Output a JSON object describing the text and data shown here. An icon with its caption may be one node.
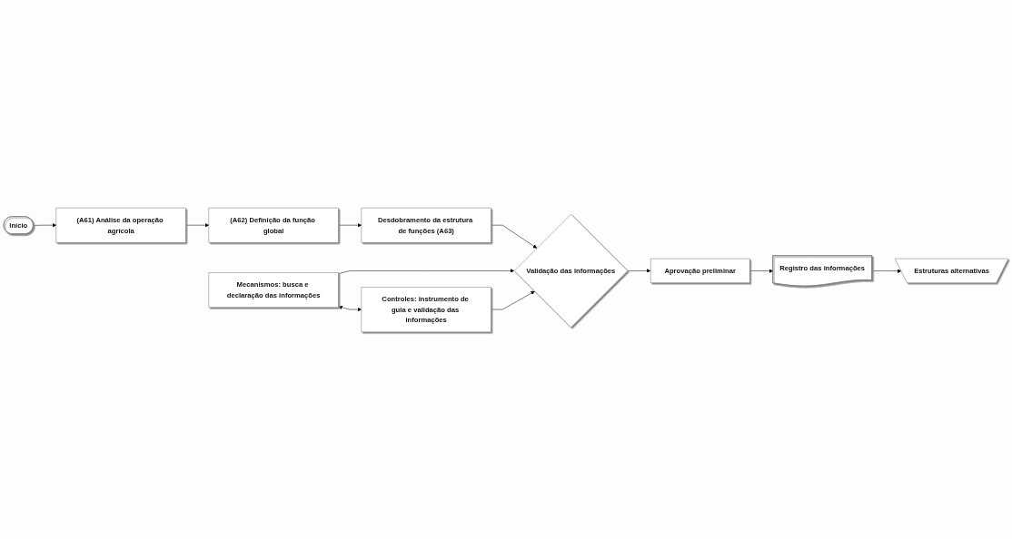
{
  "diagram": {
    "nodes": [
      {
        "text": [
          "Início"
        ]
      },
      {
        "text": [
          "Mecanismos: busca e declaração das informações"
        ]
      },
      {
        "text": [
          "(A61) Análise da operação agrícola"
        ]
      },
      {
        "text": [
          "(A62) Definição da função global"
        ]
      },
      {
        "text": [
          "Desdobramento da estrutura de funções (A63)"
        ]
      },
      {
        "text": [
          "Validação das informações"
        ]
      },
      {
        "text": [
          "Aprovação preliminar"
        ]
      },
      {
        "text": [
          "Controles: instrumento de guia e validação das informações"
        ]
      },
      {
        "text": [
          "Registro das informações"
        ]
      },
      {
        "text": [
          "Estruturas alternativas"
        ]
      }
    ],
    "edges": [
      {
        "from": 0,
        "to": 2,
        "arrow": "to"
      },
      {
        "from": 2,
        "to": 3,
        "arrow": "to"
      },
      {
        "from": 3,
        "to": 4,
        "arrow": "to"
      },
      {
        "from": 4,
        "to": 5,
        "arrow": "to"
      },
      {
        "from": 5,
        "to": 6,
        "arrow": "to"
      },
      {
        "from": 6,
        "to": 8,
        "arrow": "to"
      },
      {
        "from": 8,
        "to": 9,
        "arrow": "to"
      },
      {
        "from": 1,
        "to": 7,
        "arrow": "both"
      },
      {
        "from": 1,
        "to": 5,
        "arrow": "to"
      },
      {
        "from": 7,
        "to": 5,
        "arrow": "to"
      }
    ]
  }
}
